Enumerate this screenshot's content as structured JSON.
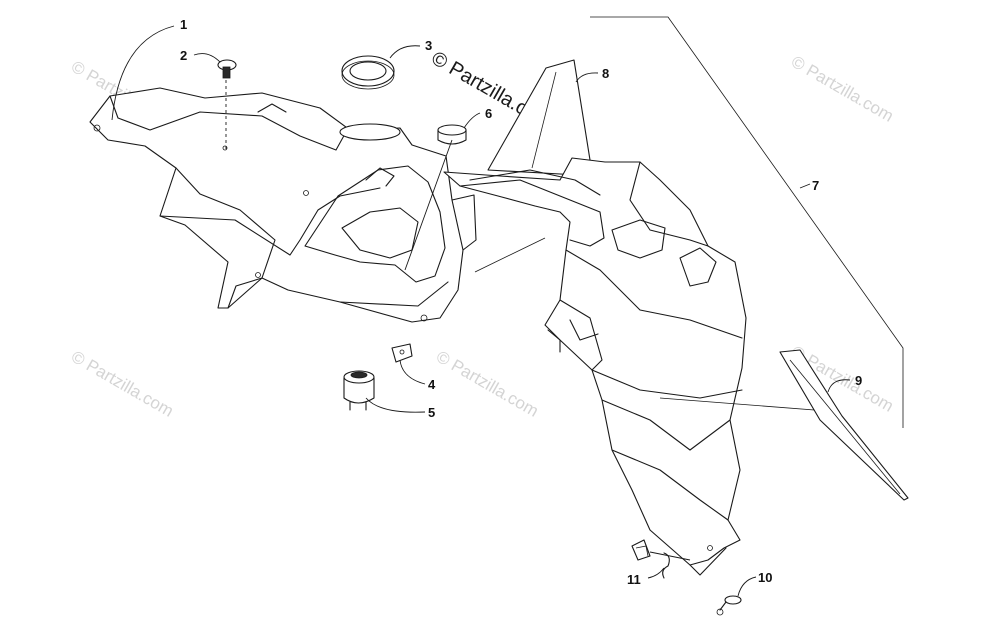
{
  "diagram": {
    "callouts": [
      {
        "id": "c1",
        "label": "1"
      },
      {
        "id": "c2",
        "label": "2"
      },
      {
        "id": "c3",
        "label": "3"
      },
      {
        "id": "c4",
        "label": "4"
      },
      {
        "id": "c5",
        "label": "5"
      },
      {
        "id": "c6",
        "label": "6"
      },
      {
        "id": "c7",
        "label": "7"
      },
      {
        "id": "c8",
        "label": "8"
      },
      {
        "id": "c9",
        "label": "9"
      },
      {
        "id": "c10",
        "label": "10"
      },
      {
        "id": "c11",
        "label": "11"
      }
    ],
    "copyright_main": "© Partzilla.com",
    "watermark_text": "© Partzilla.com"
  },
  "colors": {
    "line": "#1a1a1a",
    "watermark": "#d4d4d4",
    "background": "#ffffff"
  }
}
